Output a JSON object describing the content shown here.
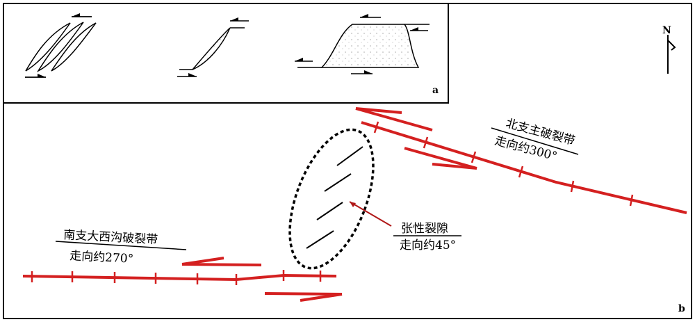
{
  "panel_a": {
    "tag": "a"
  },
  "panel_b": {
    "tag": "b"
  },
  "north_label": "N",
  "north_fault": {
    "name": "北支主破裂带",
    "strike": "走向约300°"
  },
  "south_fault": {
    "name": "南支大西沟破裂带",
    "strike": "走向约270°"
  },
  "tension_gash": {
    "name": "张性裂隙",
    "strike": "走向约45°"
  },
  "colors": {
    "fault": "#d42020",
    "outline": "#000000",
    "background": "#ffffff"
  }
}
